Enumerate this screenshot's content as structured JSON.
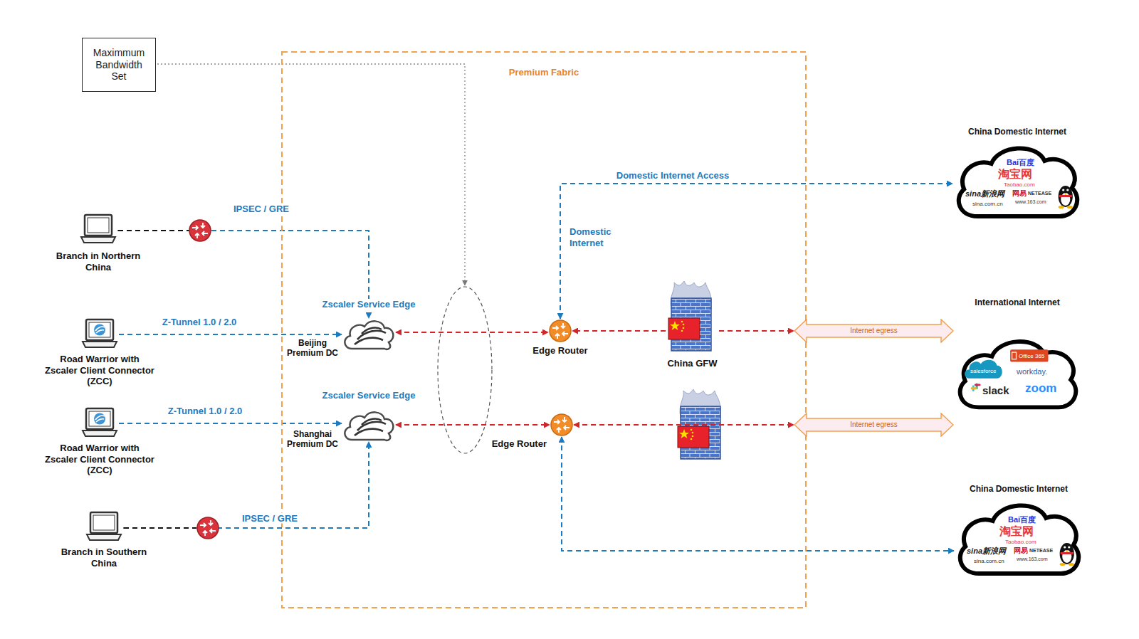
{
  "diagram": {
    "nodes": [
      {
        "text": [
          "Maximmum Bandwidth Set"
        ]
      },
      {
        "text": [
          "Premium Fabric"
        ]
      },
      {
        "text": [
          "Zscaler Service Edge",
          "Beijing Premium DC"
        ],
        "in": 1
      },
      {
        "text": [
          "Edge Router"
        ],
        "in": 1
      },
      {
        "text": [
          "China GFW"
        ],
        "in": 1
      },
      {
        "text": [
          "Zscaler Service Edge",
          "Shanghai Premium DC"
        ],
        "in": 1
      },
      {
        "text": [
          "Edge Router"
        ],
        "in": 1
      },
      {
        "text": [
          "Branch in Northern China"
        ]
      },
      {
        "text": [
          "Road Warrior with Zscaler Client Connector (ZCC)"
        ]
      },
      {
        "text": [
          "Road Warrior with Zscaler Client Connector (ZCC)"
        ]
      },
      {
        "text": [
          "Branch in Southern China"
        ]
      },
      {
        "text": [
          "Internet egress"
        ]
      },
      {
        "text": [
          "Internet egress"
        ]
      },
      {
        "text": [
          "China Domestic Internet",
          "Bai百度",
          "淘宝网",
          "Taobao.com",
          "sina新浪网",
          "sina.com.cn",
          "网易",
          "NETEASE",
          "www.163.com"
        ]
      },
      {
        "text": [
          "International Internet",
          "Office 365",
          "salesforce",
          "workday.",
          "slack",
          "zoom"
        ]
      },
      {
        "text": [
          "China Domestic Internet",
          "Bai百度",
          "淘宝网",
          "Taobao.com",
          "sina新浪网",
          "sina.com.cn",
          "网易",
          "NETEASE",
          "www.163.com"
        ]
      }
    ],
    "edges": [
      {
        "from": 7,
        "to": 2,
        "label": "IPSEC / GRE",
        "arrow": "to"
      },
      {
        "from": 8,
        "to": 2,
        "label": "Z-Tunnel 1.0 / 2.0",
        "arrow": "to"
      },
      {
        "from": 9,
        "to": 5,
        "label": "Z-Tunnel 1.0 / 2.0",
        "arrow": "to"
      },
      {
        "from": 10,
        "to": 5,
        "label": "IPSEC / GRE",
        "arrow": "to"
      },
      {
        "from": 2,
        "to": 3,
        "arrow": "both"
      },
      {
        "from": 4,
        "to": 3,
        "arrow": "to"
      },
      {
        "from": 4,
        "to": 11,
        "arrow": "to"
      },
      {
        "from": 5,
        "to": 6,
        "arrow": "both"
      },
      {
        "from": 6,
        "to": 12,
        "arrow": "both"
      },
      {
        "from": 3,
        "to": 13,
        "label": "Domestic Internet Access",
        "arrow": "both"
      },
      {
        "from": 6,
        "to": 15,
        "arrow": "both"
      }
    ],
    "labels": [
      "Domestic Internet"
    ]
  }
}
